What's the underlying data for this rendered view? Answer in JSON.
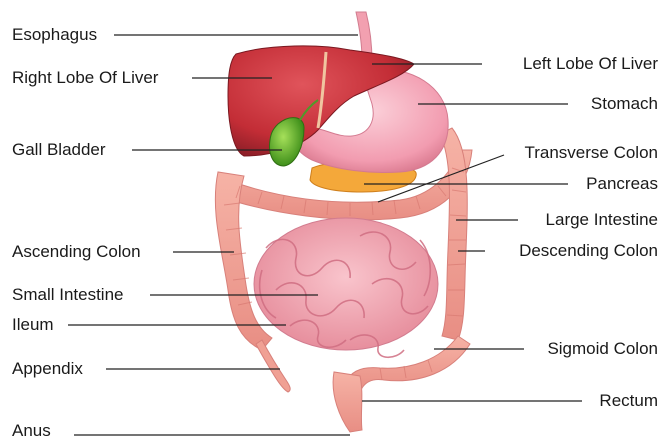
{
  "labels": {
    "esophagus": "Esophagus",
    "right_lobe_of_liver": "Right Lobe Of Liver",
    "gall_bladder": "Gall Bladder",
    "ascending_colon": "Ascending Colon",
    "small_intestine": "Small Intestine",
    "ileum": "Ileum",
    "appendix": "Appendix",
    "anus": "Anus",
    "left_lobe_of_liver": "Left Lobe Of Liver",
    "stomach": "Stomach",
    "transverse_colon": "Transverse Colon",
    "pancreas": "Pancreas",
    "large_intestine": "Large Intestine",
    "descending_colon": "Descending Colon",
    "sigmoid_colon": "Sigmoid Colon",
    "rectum": "Rectum"
  },
  "colors": {
    "liver": "#c8353d",
    "liver_dark": "#8f1f28",
    "stomach": "#f3a6b6",
    "gall_bladder": "#6cbf2a",
    "pancreas": "#f4a83a",
    "intestine": "#f0a094",
    "small_intestine": "#f2a6b3",
    "leader_line": "#222222"
  }
}
